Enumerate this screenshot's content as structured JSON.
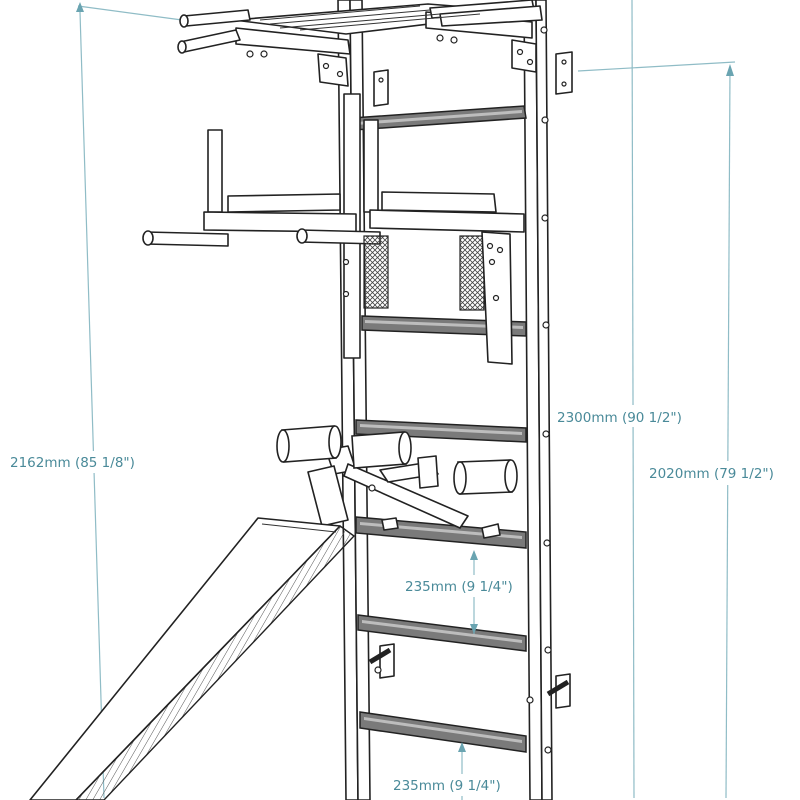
{
  "dimensions": {
    "overall_height": "2162mm (85 1/8\")",
    "ladder_height": "2300mm (90 1/2\")",
    "mount_height": "2020mm (79 1/2\")",
    "rung_spacing_upper": "235mm (9 1/4\")",
    "rung_spacing_lower": "235mm (9 1/4\")"
  },
  "colors": {
    "dimension_text": "#4a8a99",
    "dimension_line": "#8fbcc6",
    "ink": "#222222",
    "rung_fill": "#7a7a7a"
  }
}
